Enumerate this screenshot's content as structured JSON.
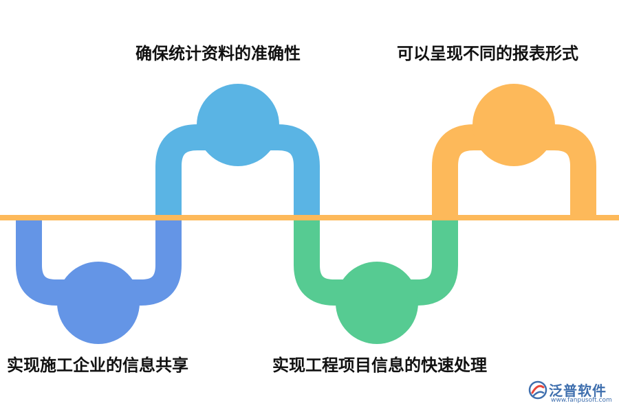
{
  "labels": {
    "step1": "实现施工企业的信息共享",
    "step2": "确保统计资料的准确性",
    "step3": "实现工程项目信息的快速处理",
    "step4": "可以呈现不同的报表形式"
  },
  "colors": {
    "axis": "#FDB95A",
    "step1": "#6495E6",
    "step2": "#5AB4E4",
    "step3": "#56CB92",
    "step4": "#FDB95A"
  },
  "logo": {
    "name": "泛普软件",
    "url": "www.fanpusoft.com"
  }
}
